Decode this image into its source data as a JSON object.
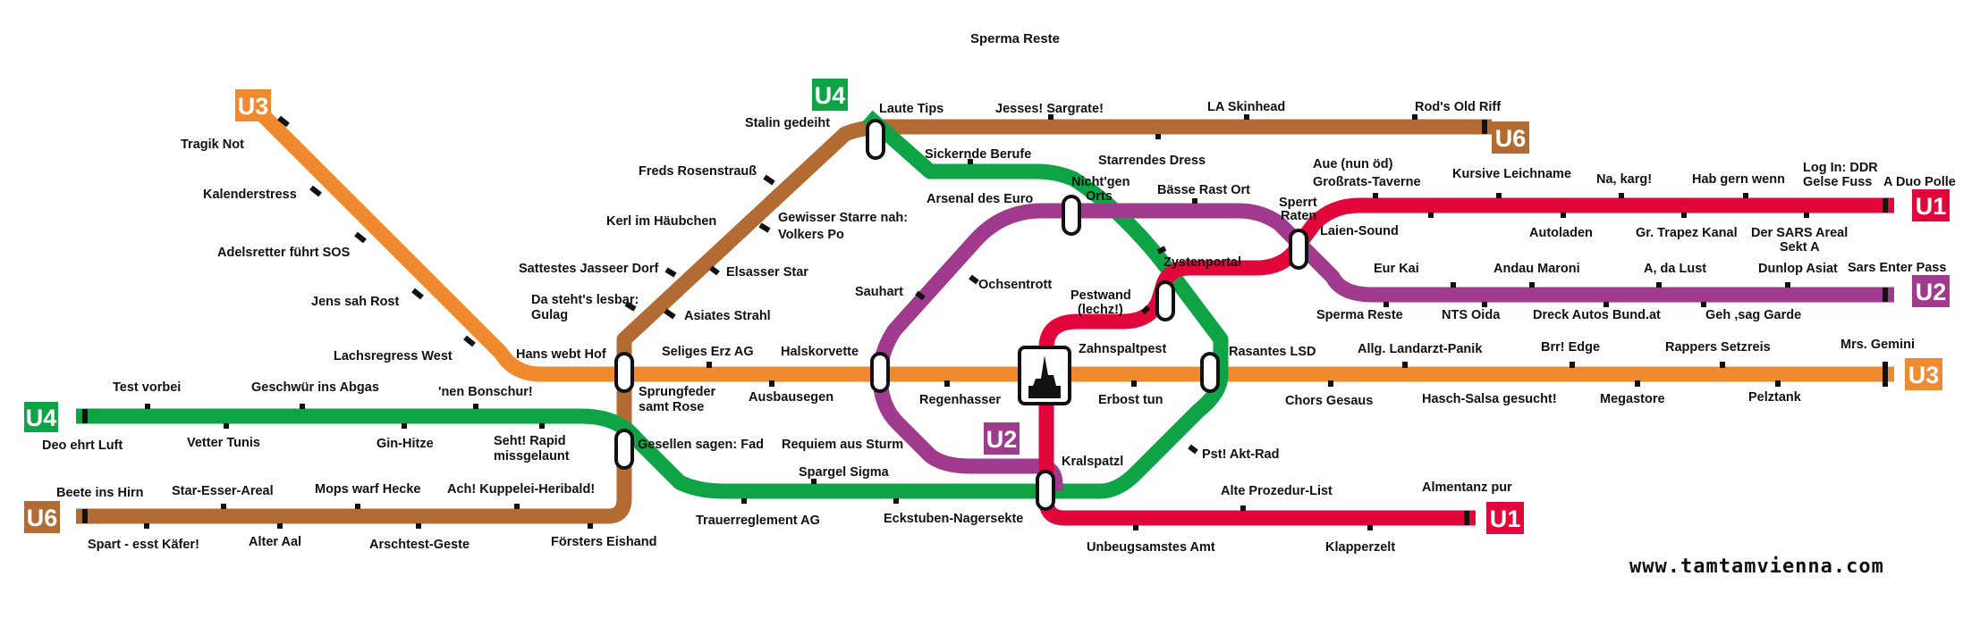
{
  "map": {
    "title": "Sperma Reste",
    "website": "www.tamtamvienna.com"
  },
  "colors": {
    "U1": "#e2073a",
    "U2": "#a03a8c",
    "U3": "#ef8a2f",
    "U4": "#0ea446",
    "U6": "#b26c33"
  },
  "badges": {
    "u3_top": "U3",
    "u4_top": "U4",
    "u6_top": "U6",
    "u1_top": "U1",
    "u2_right": "U2",
    "u3_right": "U3",
    "u4_left": "U4",
    "u6_left": "U6",
    "u2_center": "U2",
    "u1_bottom": "U1"
  },
  "stations": {
    "s_tragik": "Tragik Not",
    "s_kalender": "Kalenderstress",
    "s_adels": "Adelsretter führt SOS",
    "s_jens": "Jens sah Rost",
    "s_lachs": "Lachsregress West",
    "s_hans": "Hans webt Hof",
    "s_stalin": "Stalin gedeiht",
    "s_laute": "Laute Tips",
    "s_jesses": "Jesses! Sargrate!",
    "s_la": "LA Skinhead",
    "s_rods": "Rod's Old Riff",
    "s_freds": "Freds Rosenstrauß",
    "s_sickernde": "Sickernde Berufe",
    "s_starrendes": "Starrendes Dress",
    "s_aue": "Aue (nun öd)",
    "s_grossrats": "Großrats-Taverne",
    "s_kursive": "Kursive Leichname",
    "s_nakarg": "Na, karg!",
    "s_habgern": "Hab gern wenn",
    "s_login": "Log In: DDR",
    "s_gelse": "Gelse Fuss",
    "s_aduo": "A Duo Polle",
    "s_arsenal": "Arsenal des Euro",
    "s_nichtgen1": "Nicht'gen",
    "s_nichtgen2": "Orts",
    "s_baesse": "Bässe Rast Ort",
    "s_sperrt1": "Sperrt",
    "s_sperrt2": "Raten",
    "s_kerl": "Kerl im Häubchen",
    "s_gewisser1": "Gewisser Starre nah:",
    "s_gewisser2": "Volkers Po",
    "s_laien": "Laien-Sound",
    "s_autoladen": "Autoladen",
    "s_trapez": "Gr. Trapez Kanal",
    "s_sars1": "Der SARS Areal",
    "s_sars2": "Sekt A",
    "s_sattestes": "Sattestes Jasseer Dorf",
    "s_elsasser": "Elsasser Star",
    "s_zysten": "Zystenportal",
    "s_eurkai": "Eur Kai",
    "s_andau": "Andau Maroni",
    "s_adalust": "A, da Lust",
    "s_dunlop": "Dunlop Asiat",
    "s_sarsenter": "Sars Enter Pass",
    "s_dasteht1": "Da steht's lesbar:",
    "s_dasteht2": "Gulag",
    "s_asiates": "Asiates Strahl",
    "s_sauhart": "Sauhart",
    "s_ochsen": "Ochsentrott",
    "s_pestwand1": "Pestwand",
    "s_pestwand2": "(lechz!)",
    "s_spermareste": "Sperma Reste",
    "s_nts": "NTS Oida",
    "s_dreck": "Dreck Autos Bund.at",
    "s_gehsag": "Geh ,sag Garde",
    "s_seliges": "Seliges Erz AG",
    "s_halskor": "Halskorvette",
    "s_zahnspalt": "Zahnspaltpest",
    "s_rasantes": "Rasantes LSD",
    "s_allg": "Allg. Landarzt-Panik",
    "s_brr": "Brr! Edge",
    "s_rappers": "Rappers Setzreis",
    "s_mrs": "Mrs. Gemini",
    "s_testvorbei": "Test vorbei",
    "s_geschwuer": "Geschwür ins Abgas",
    "s_nenbon": "'nen Bonschur!",
    "s_sprung1": "Sprungfeder",
    "s_sprung2": "samt Rose",
    "s_ausbau": "Ausbausegen",
    "s_regen": "Regenhasser",
    "s_erbost": "Erbost tun",
    "s_chors": "Chors Gesaus",
    "s_hasch": "Hasch-Salsa gesucht!",
    "s_mega": "Megastore",
    "s_pelz": "Pelztank",
    "s_deo": "Deo ehrt Luft",
    "s_vetter": "Vetter Tunis",
    "s_gin": "Gin-Hitze",
    "s_seht1": "Seht! Rapid",
    "s_seht2": "missgelaunt",
    "s_gesellen": "Gesellen sagen: Fad",
    "s_requiem": "Requiem aus Sturm",
    "s_kralspatzl": "Kralspatzl",
    "s_pst": "Pst! Akt-Rad",
    "s_spargel": "Spargel Sigma",
    "s_beete": "Beete ins Hirn",
    "s_staresser": "Star-Esser-Areal",
    "s_mops": "Mops warf Hecke",
    "s_ach": "Ach! Kuppelei-Heribald!",
    "s_alte": "Alte Prozedur-List",
    "s_almentanz": "Almentanz pur",
    "s_spart": "Spart - esst Käfer!",
    "s_alteraal": "Alter Aal",
    "s_arschtest": "Arschtest-Geste",
    "s_foersters": "Försters Eishand",
    "s_trauer": "Trauerreglement AG",
    "s_eckstuben": "Eckstuben-Nagersekte",
    "s_unbeug": "Unbeugsamstes Amt",
    "s_klapper": "Klapperzelt"
  }
}
